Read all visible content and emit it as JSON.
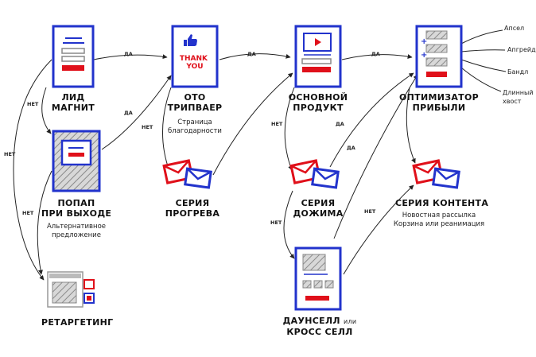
{
  "nodes": {
    "lead_magnet": {
      "title": "ЛИД\nМАГНИТ"
    },
    "oto_tripwire": {
      "title": "ОТО\nТРИПВАЕР",
      "subtitle": "Страница\nблагодарности",
      "thank_you": "THANK\nYOU"
    },
    "core_product": {
      "title": "ОСНОВНОЙ\nПРОДУКТ"
    },
    "profit_optimizer": {
      "title": "ОПТИМИЗАТОР\nПРИБЫЛИ"
    },
    "exit_popup": {
      "title": "ПОПАП\nПРИ ВЫХОДЕ",
      "subtitle": "Альтернативное\nпредложение"
    },
    "warmup_series": {
      "title": "СЕРИЯ\nПРОГРЕВА"
    },
    "followup_series": {
      "title": "СЕРИЯ\nДОЖИМА"
    },
    "content_series": {
      "title": "СЕРИЯ КОНТЕНТА",
      "subtitle": "Новостная рассылка\nКорзина или реанимация"
    },
    "retargeting": {
      "title": "РЕТАРГЕТИНГ"
    },
    "downsell": {
      "title_main": "ДАУНСЕЛЛ",
      "title_small": "или",
      "title_line2": "КРОСС СЕЛЛ"
    }
  },
  "branches": [
    "Апсел",
    "Апгрейд",
    "Бандл",
    "Длинный\nхвост"
  ],
  "edge_labels": {
    "yes": "ДА",
    "no": "НЕТ"
  },
  "colors": {
    "blue": "#2233cc",
    "red": "#e0101a",
    "gray": "#9a9a9a",
    "line": "#222222"
  }
}
